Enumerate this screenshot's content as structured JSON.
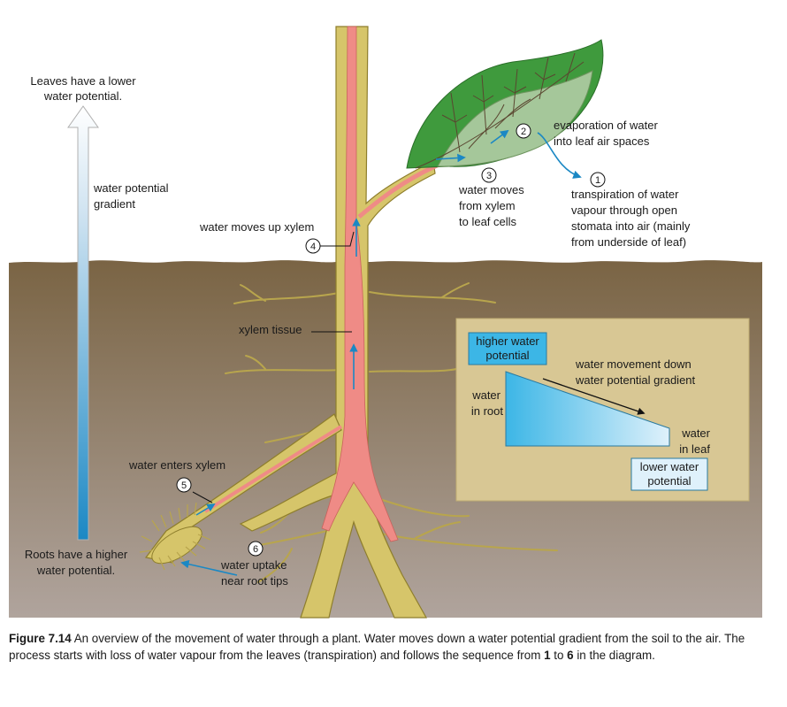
{
  "labels": {
    "leaves_lower": [
      "Leaves have a lower",
      "water potential."
    ],
    "gradient": [
      "water potential",
      "gradient"
    ],
    "roots_higher": [
      "Roots have a higher",
      "water potential."
    ],
    "moves_up_xylem": "water moves up xylem",
    "xylem_tissue": "xylem tissue",
    "enters_xylem": "water enters xylem",
    "uptake": [
      "water uptake",
      "near root tips"
    ],
    "evaporation": [
      "evaporation of water",
      "into leaf air spaces"
    ],
    "transpiration": [
      "transpiration of water",
      "vapour through open",
      "stomata into air (mainly",
      "from underside of leaf)"
    ],
    "to_leaf_cells": [
      "water moves",
      "from xylem",
      "to leaf cells"
    ]
  },
  "steps": [
    "1",
    "2",
    "3",
    "4",
    "5",
    "6"
  ],
  "inset": {
    "higher": [
      "higher water",
      "potential"
    ],
    "lower": [
      "lower water",
      "potential"
    ],
    "down_gradient": [
      "water movement down",
      "water potential gradient"
    ],
    "in_root": [
      "water",
      "in root"
    ],
    "in_leaf": [
      "water",
      "in leaf"
    ]
  },
  "caption": {
    "figure": "Figure 7.14",
    "text_a": "An overview of the movement of water through a plant. Water moves down a water potential gradient from the soil to the air. The process starts with loss of water vapour from the leaves (transpiration) and follows the sequence from ",
    "from": "1",
    "to_word": " to ",
    "to": "6",
    "text_b": " in the diagram."
  },
  "colors": {
    "soil_top": "#7a6444",
    "soil_bottom": "#b0a49d",
    "stem": "#d6c56a",
    "stem_outline": "#8e7e2c",
    "xylem": "#ef8b86",
    "leaf_dark": "#3f9a3d",
    "leaf_light": "#a5c79a",
    "inset_bg": "#d8c794",
    "arrow_blue": "#1b88c4"
  }
}
